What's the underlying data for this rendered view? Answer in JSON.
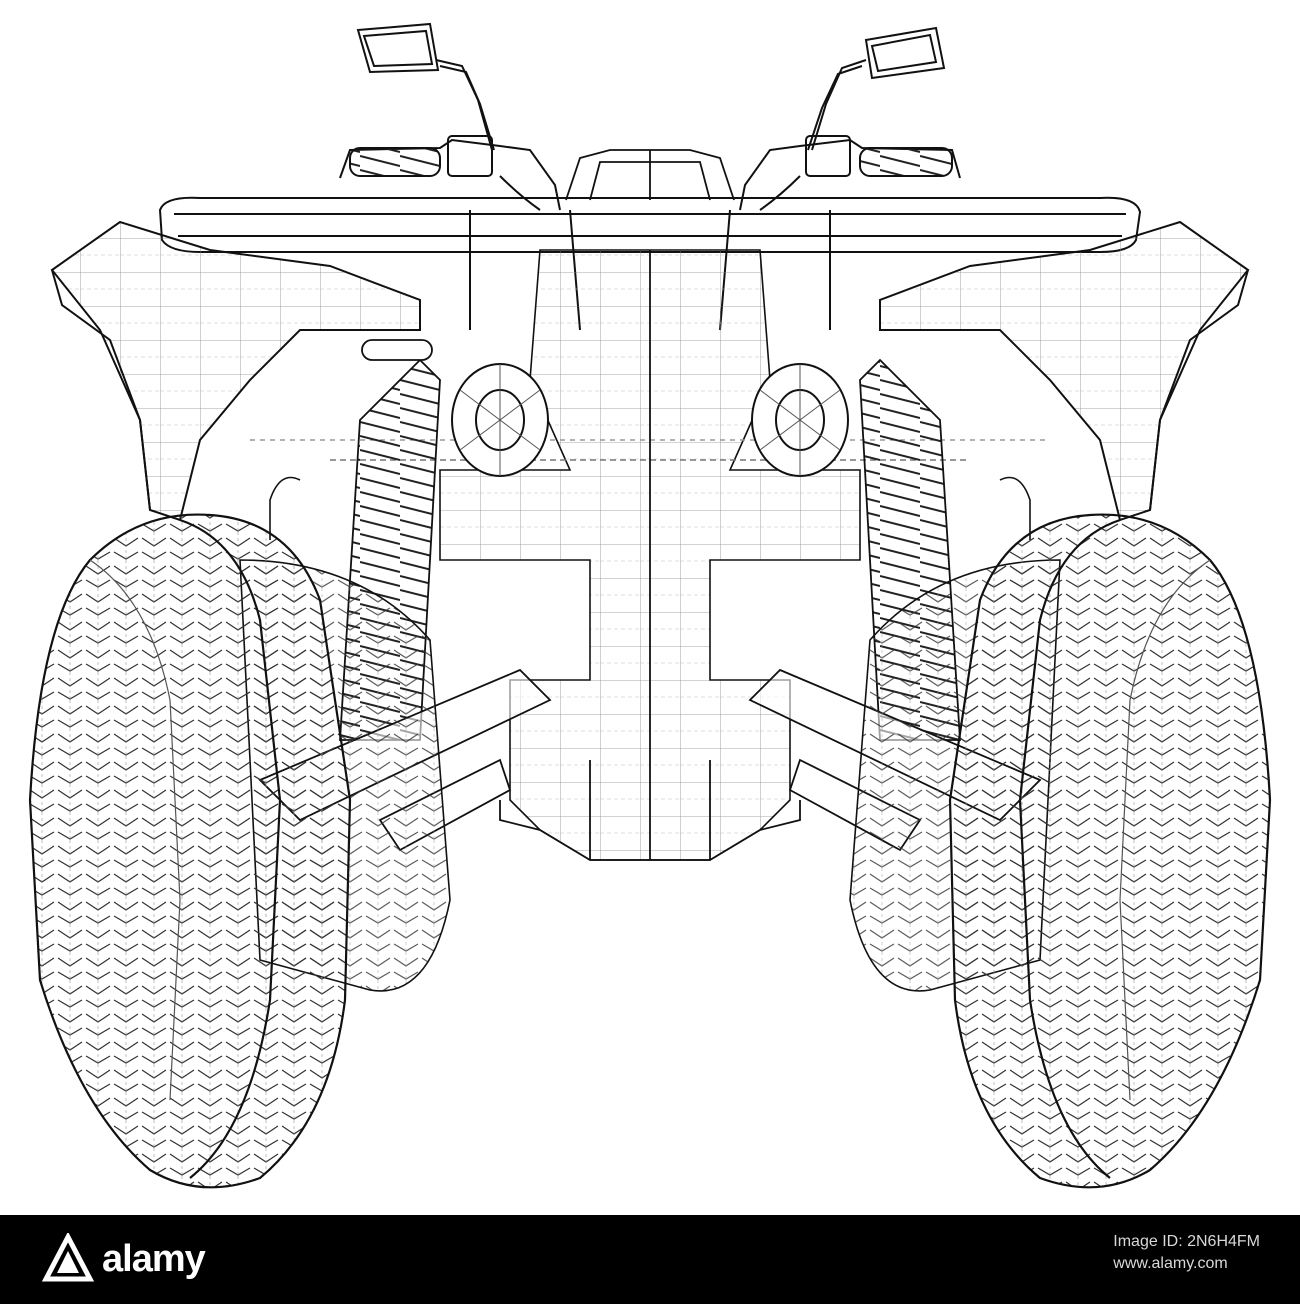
{
  "image": {
    "subject": "ATV quad bike rear view wireframe"
  },
  "footer": {
    "brand": "alamy",
    "image_id_label": "Image ID: 2N6H4FM",
    "image_id": "",
    "site": "www.alamy.com",
    "background": "#000000",
    "text_color": "#ffffff"
  }
}
